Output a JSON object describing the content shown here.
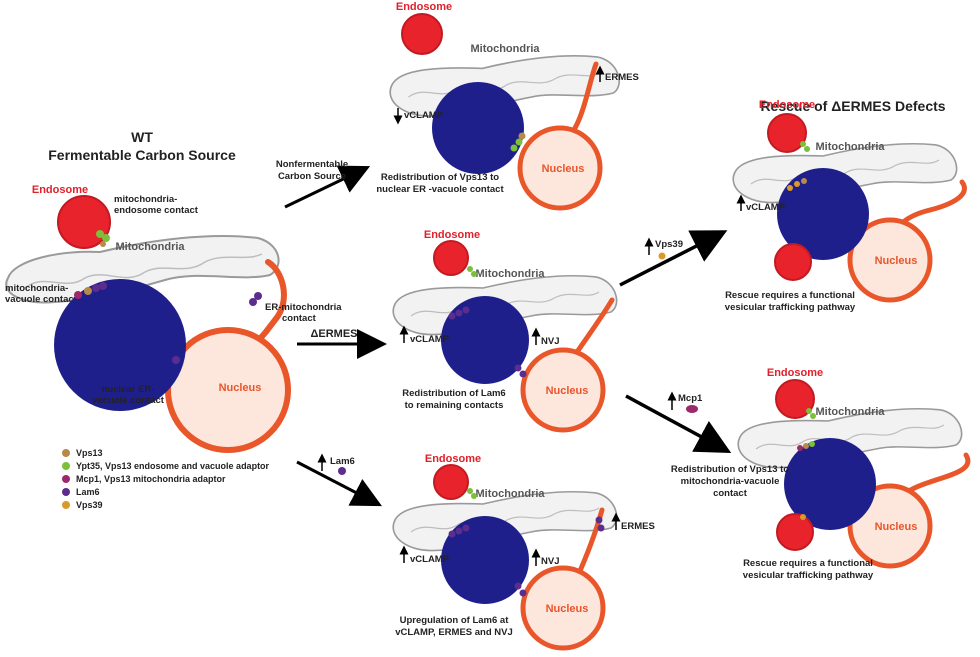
{
  "wt": {
    "title_line1": "WT",
    "title_line2": "Fermentable Carbon Source",
    "endosome": "Endosome",
    "mito_endo_contact_l1": "mitochondria-",
    "mito_endo_contact_l2": "endosome contact",
    "mitochondria": "Mitochondria",
    "mito_vac_contact_l1": "mitochondria-",
    "mito_vac_contact_l2": "vacuole contact",
    "er_mito_contact_l1": "ER-mitochondria",
    "er_mito_contact_l2": "contact",
    "nuc_er_vac_l1": "nuclear ER-",
    "nuc_er_vac_l2": "vacuole contact",
    "nucleus": "Nucleus"
  },
  "legend": [
    {
      "label": "Vps13",
      "color": "#b58a4a"
    },
    {
      "label": "Ypt35, Vps13 endosome and vacuole adaptor",
      "color": "#7cbf3a"
    },
    {
      "label": "Mcp1, Vps13 mitochondria adaptor",
      "color": "#9c2a6a"
    },
    {
      "label": "Lam6",
      "color": "#5b2d8e"
    },
    {
      "label": "Vps39",
      "color": "#d99a2b"
    }
  ],
  "arrows": {
    "nonferm_l1": "Nonfermentable",
    "nonferm_l2": "Carbon Source",
    "dermes": "ΔERMES",
    "lam6": "Lam6",
    "vps39": "Vps39",
    "mcp1": "Mcp1"
  },
  "panel_top": {
    "endosome": "Endosome",
    "mitochondria": "Mitochondria",
    "ermes": "ERMES",
    "vclamp": "vCLAMP",
    "nucleus": "Nucleus",
    "caption_l1": "Redistribution of Vps13 to",
    "caption_l2": "nuclear ER -vacuole contact"
  },
  "panel_mid": {
    "endosome": "Endosome",
    "mitochondria": "Mitochondria",
    "vclamp": "vCLAMP",
    "nvj": "NVJ",
    "nucleus": "Nucleus",
    "caption_l1": "Redistribution of Lam6",
    "caption_l2": "to remaining contacts"
  },
  "panel_bot": {
    "endosome": "Endosome",
    "mitochondria": "Mitochondria",
    "ermes": "ERMES",
    "vclamp": "vCLAMP",
    "nvj": "NVJ",
    "nucleus": "Nucleus",
    "caption_l1": "Upregulation of Lam6 at",
    "caption_l2": "vCLAMP, ERMES and NVJ"
  },
  "rescue": {
    "title": "Rescue of ΔERMES Defects",
    "r1_endosome": "Endosome",
    "r1_mitochondria": "Mitochondria",
    "r1_vclamp": "vCLAMP",
    "r1_nucleus": "Nucleus",
    "r1_caption_l1": "Rescue requires a functional",
    "r1_caption_l2": "vesicular trafficking pathway",
    "r2_endosome": "Endosome",
    "r2_mitochondria": "Mitochondria",
    "r2_redist_l1": "Redistribution of Vps13 to",
    "r2_redist_l2": "mitochondria-vacuole",
    "r2_redist_l3": "contact",
    "r2_nucleus": "Nucleus",
    "r2_caption_l1": "Rescue requires a functional",
    "r2_caption_l2": "vesicular trafficking pathway"
  }
}
